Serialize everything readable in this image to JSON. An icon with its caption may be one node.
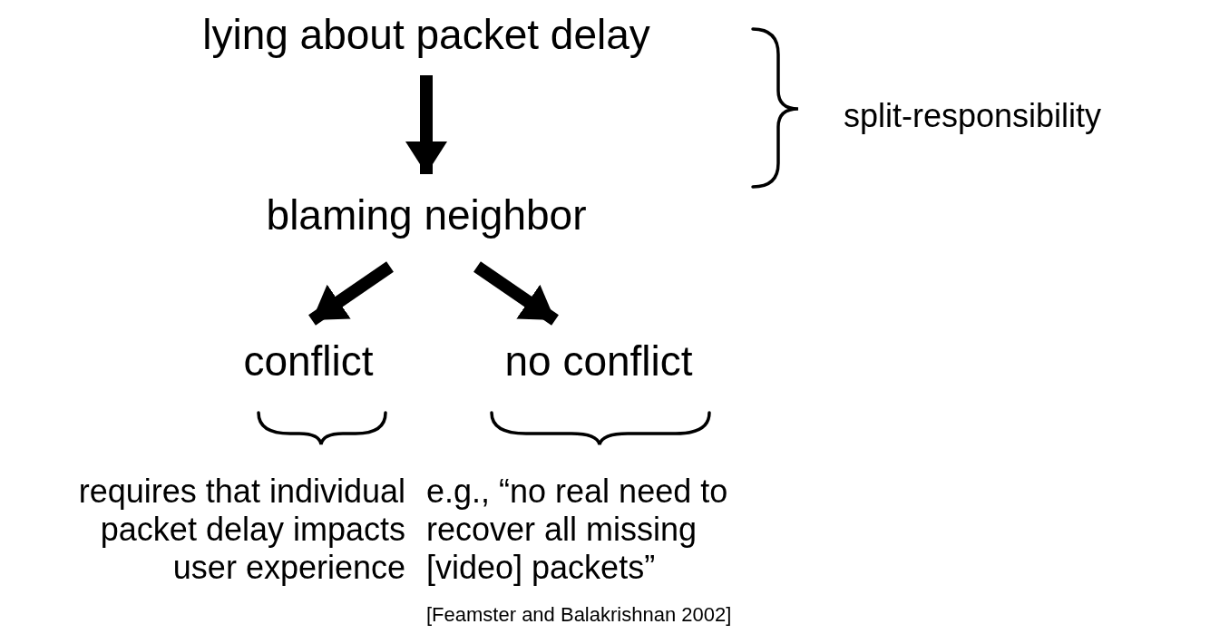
{
  "diagram": {
    "nodes": [
      {
        "text": [
          "lying about packet delay"
        ]
      },
      {
        "text": [
          "blaming neighbor"
        ]
      },
      {
        "text": [
          "conflict"
        ]
      },
      {
        "text": [
          "no conflict"
        ]
      }
    ],
    "edges": [
      {
        "from": 0,
        "to": 1,
        "arrow": "to"
      },
      {
        "from": 1,
        "to": 2,
        "arrow": "to"
      },
      {
        "from": 1,
        "to": 3,
        "arrow": "to"
      }
    ],
    "labels": [
      "split-responsibility",
      "requires that individual packet delay impacts user experience",
      "e.g., “no real need to recover all missing [video] packets”",
      "[Feamster and Balakrishnan 2002]"
    ]
  }
}
